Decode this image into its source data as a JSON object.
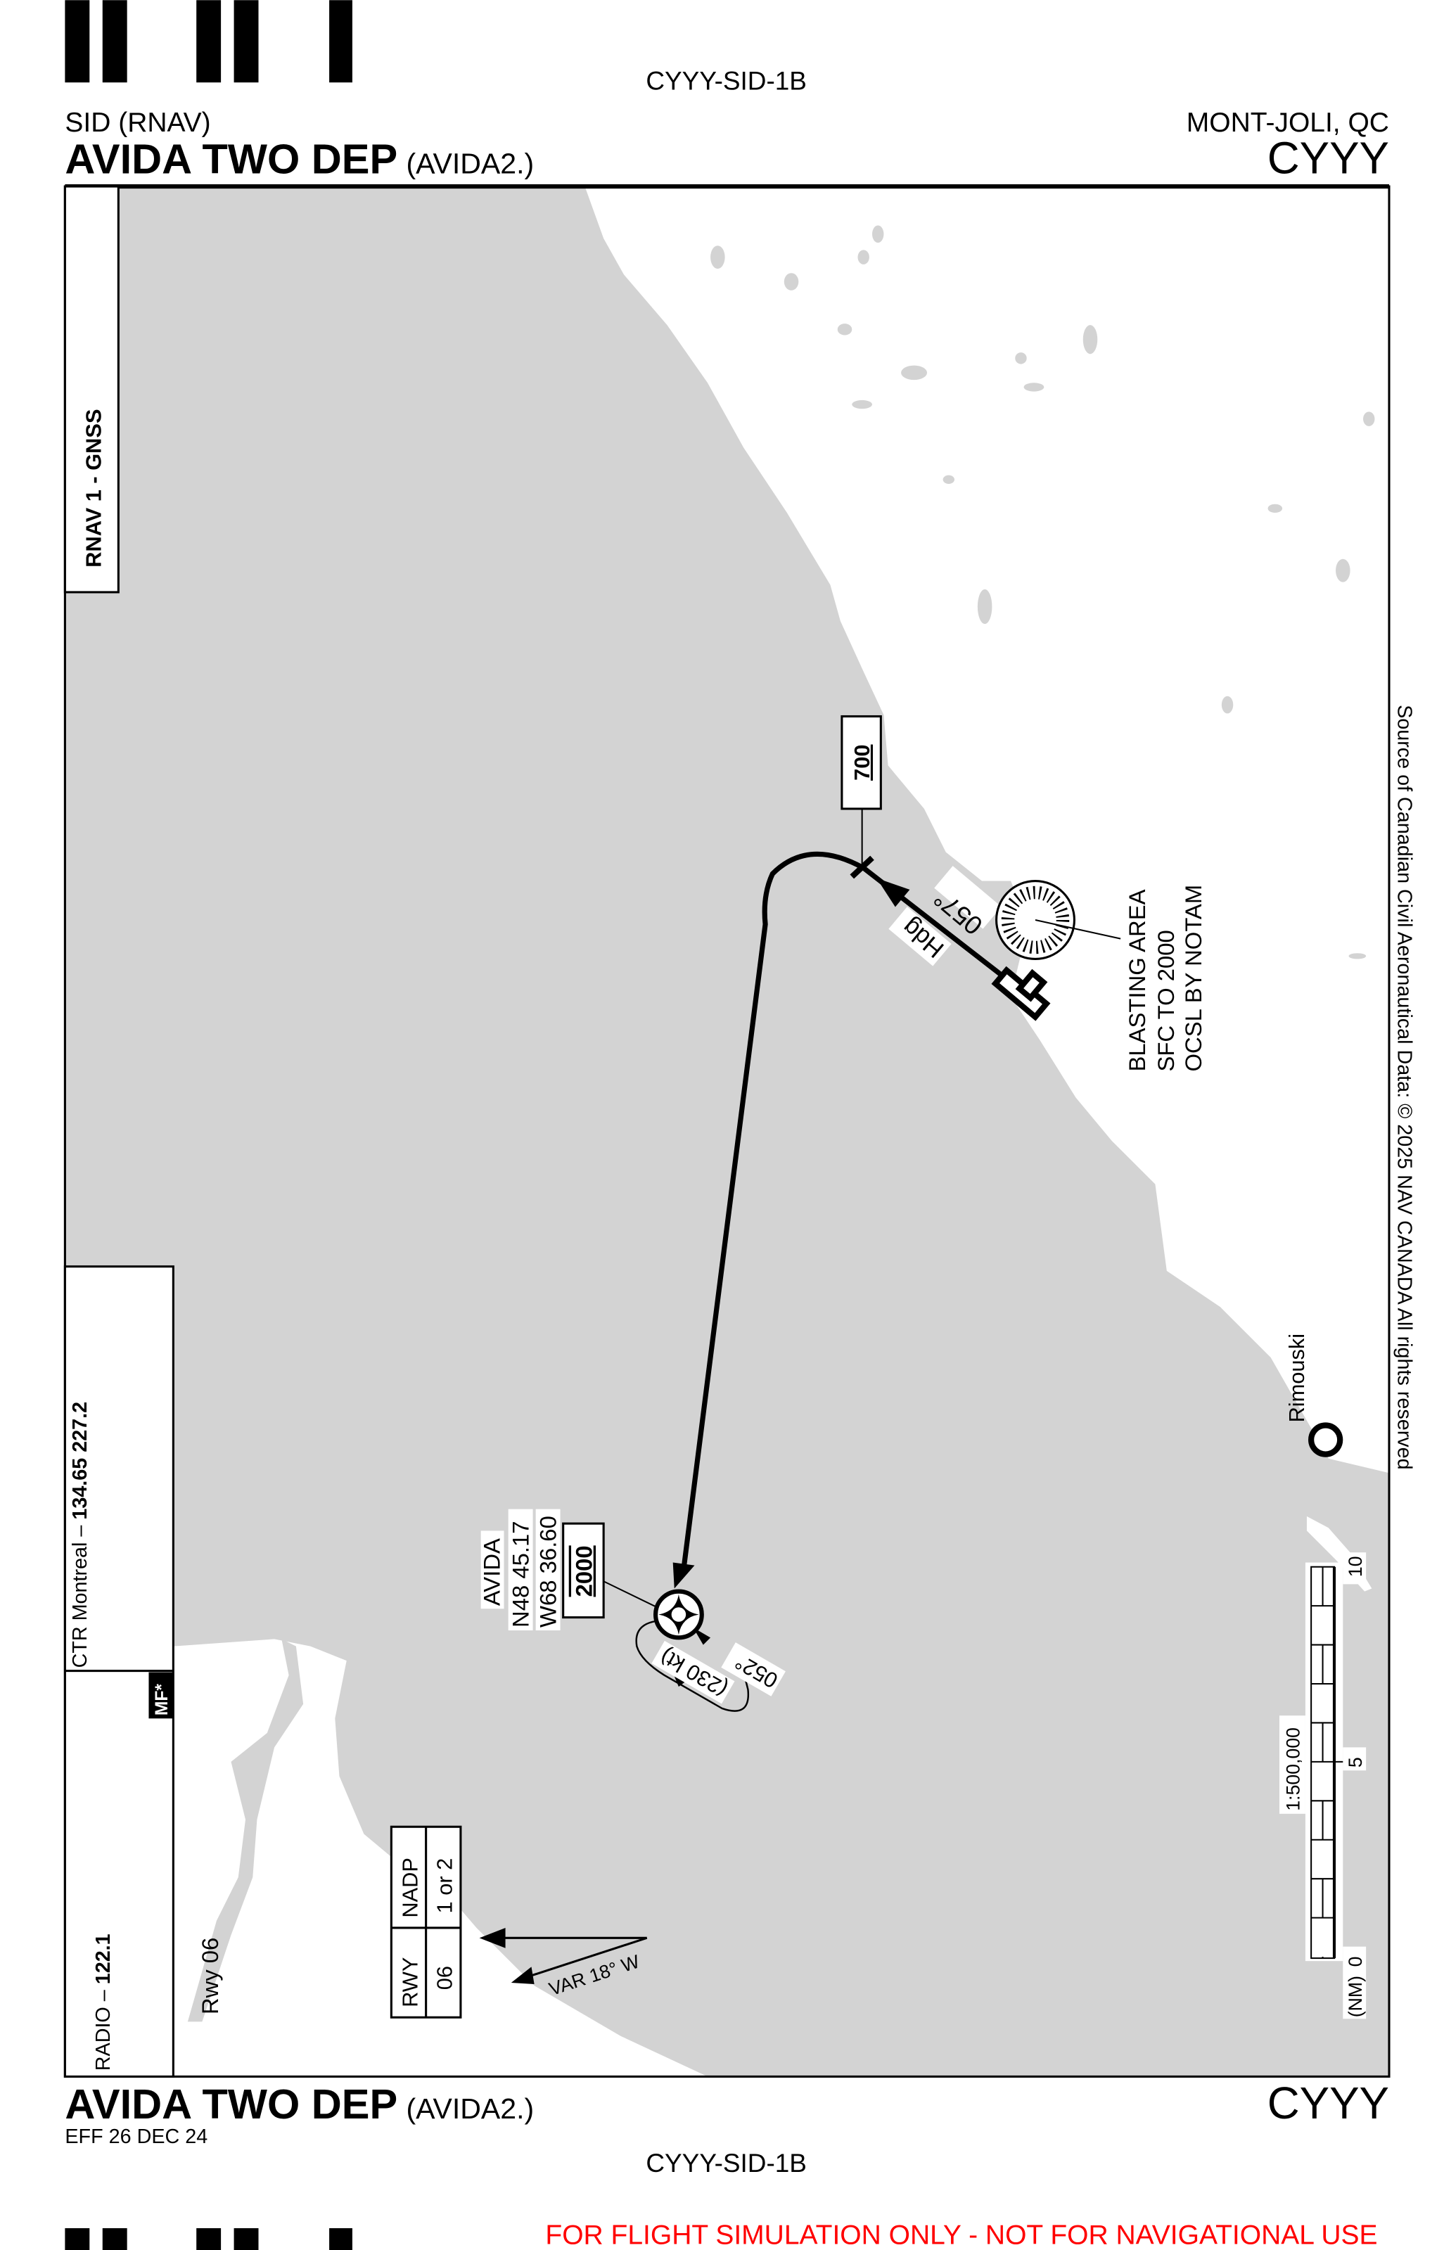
{
  "header": {
    "chart_id": "CYYY-SID-1B",
    "procedure_type": "SID (RNAV)",
    "procedure_name": "AVIDA TWO DEP",
    "procedure_code": "(AVIDA2.)",
    "location": "MONT-JOLI, QC",
    "airport_id": "CYYY"
  },
  "nav_spec": "RNAV 1 - GNSS",
  "comms": {
    "ctr_label": "CTR Montreal – ",
    "ctr_freqs": "134.65  227.2",
    "mf_badge": "MF*",
    "radio_label": "RADIO – ",
    "radio_freq": "122.1"
  },
  "route": {
    "altitude_700": "700",
    "hdg_label": "Hdg",
    "hdg_value": "057°",
    "fix_name": "AVIDA",
    "fix_lat": "N48 45.17",
    "fix_lon": "W68 36.60",
    "fix_altitude": "2000",
    "hold_course": "052°",
    "hold_speed": "(230 kt)"
  },
  "blasting_area": [
    "BLASTING AREA",
    "SFC TO 2000",
    "OCSL BY NOTAM"
  ],
  "runway_label": "Rwy 06",
  "rwy_table": {
    "headers": [
      "RWY",
      "NADP"
    ],
    "rows": [
      [
        "06",
        "1 or 2"
      ]
    ]
  },
  "variation": "VAR 18° W",
  "town": "Rimouski",
  "scale": {
    "ratio": "1:500,000",
    "ticks": [
      "0",
      "5",
      "10"
    ],
    "unit": "(NM)"
  },
  "copyright": "Source of Canadian Civil Aeronautical Data: © 2025 NAV CANADA All rights reserved",
  "footer": {
    "procedure_name": "AVIDA TWO DEP",
    "procedure_code": "(AVIDA2.)",
    "effective": "EFF 26 DEC 24",
    "airport_id": "CYYY",
    "chart_id": "CYYY-SID-1B",
    "disclaimer": "FOR FLIGHT SIMULATION ONLY - NOT FOR NAVIGATIONAL USE"
  },
  "colors": {
    "land": "#d3d3d3",
    "disclaimer": "#ff0000"
  }
}
